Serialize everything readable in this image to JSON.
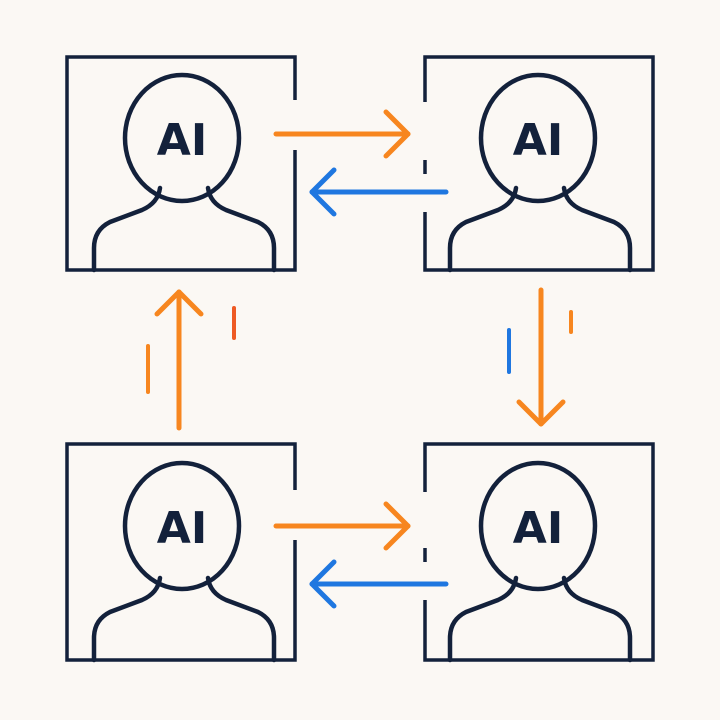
{
  "colors": {
    "background": "#fbf8f4",
    "ink": "#13213b",
    "orange": "#f7861f",
    "orange_red": "#ee5a24",
    "blue": "#1f77e0"
  },
  "agents": [
    {
      "label": "AI",
      "icon": "person-silhouette-icon"
    },
    {
      "label": "AI",
      "icon": "person-silhouette-icon"
    },
    {
      "label": "AI",
      "icon": "person-silhouette-icon"
    },
    {
      "label": "AI",
      "icon": "person-silhouette-icon"
    }
  ],
  "connections": [
    {
      "from": "agent-top-left",
      "to": "agent-top-right",
      "color": "orange"
    },
    {
      "from": "agent-top-right",
      "to": "agent-top-left",
      "color": "blue"
    },
    {
      "from": "agent-top-right",
      "to": "agent-bottom-right",
      "color": "orange"
    },
    {
      "from": "agent-bottom-left",
      "to": "agent-top-left",
      "color": "orange"
    },
    {
      "from": "agent-bottom-left",
      "to": "agent-bottom-right",
      "color": "orange"
    },
    {
      "from": "agent-bottom-right",
      "to": "agent-bottom-left",
      "color": "blue"
    }
  ]
}
